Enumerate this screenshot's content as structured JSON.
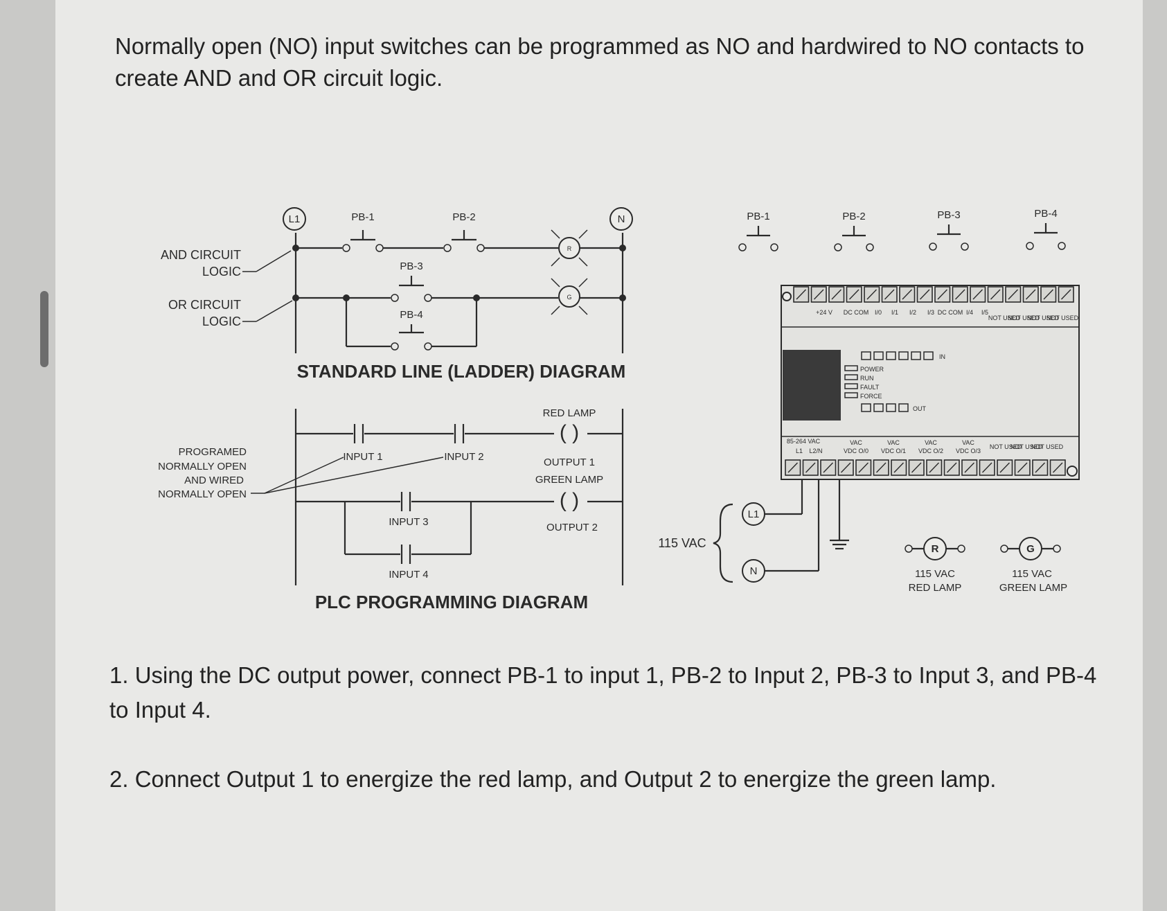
{
  "intro_text": "Normally open (NO) input switches can be programmed as NO and hardwired to NO contacts to create AND and OR circuit logic.",
  "ladder": {
    "title": "STANDARD LINE (LADDER) DIAGRAM",
    "l1": "L1",
    "n": "N",
    "and_label_1": "AND CIRCUIT",
    "and_label_2": "LOGIC",
    "or_label_1": "OR CIRCUIT",
    "or_label_2": "LOGIC",
    "pb1": "PB-1",
    "pb2": "PB-2",
    "pb3": "PB-3",
    "pb4": "PB-4",
    "lamp_r": "R",
    "lamp_g": "G"
  },
  "plc": {
    "title": "PLC PROGRAMMING DIAGRAM",
    "prog_1": "PROGRAMED",
    "prog_2": "NORMALLY OPEN",
    "prog_3": "AND WIRED",
    "prog_4": "NORMALLY OPEN",
    "input1": "INPUT 1",
    "input2": "INPUT 2",
    "input3": "INPUT 3",
    "input4": "INPUT 4",
    "red_lamp": "RED LAMP",
    "output1": "OUTPUT 1",
    "green_lamp": "GREEN LAMP",
    "output2": "OUTPUT 2",
    "coil": "( )"
  },
  "wiring": {
    "pb1": "PB-1",
    "pb2": "PB-2",
    "pb3": "PB-3",
    "pb4": "PB-4",
    "vac": "115 VAC",
    "l1": "L1",
    "n": "N",
    "lamp_r": "R",
    "lamp_g": "G",
    "red_1": "115 VAC",
    "red_2": "RED LAMP",
    "green_1": "115 VAC",
    "green_2": "GREEN LAMP",
    "top_labels": [
      "+24 V",
      "DC COM",
      "I/0",
      "I/1",
      "I/2",
      "I/3",
      "DC COM",
      "I/4",
      "I/5",
      "NOT USED",
      "NOT USED",
      "NOT USED",
      "NOT USED"
    ],
    "ind_in": "IN",
    "ind_power": "POWER",
    "ind_run": "RUN",
    "ind_fault": "FAULT",
    "ind_force": "FORCE",
    "ind_out": "OUT",
    "bottom_labels": [
      "85-264 VAC",
      "L1",
      "L2/N",
      "VAC",
      "VDC O/0",
      "VAC",
      "VDC O/1",
      "VAC",
      "VDC O/2",
      "VAC",
      "VDC O/3",
      "NOT USED",
      "NOT USED",
      "NOT USED"
    ]
  },
  "instructions": [
    "1. Using the DC output power, connect PB-1 to input 1, PB-2 to Input 2, PB-3 to Input 3, and PB-4 to Input 4.",
    "2. Connect Output 1 to energize the red lamp, and Output 2 to energize the green lamp."
  ]
}
